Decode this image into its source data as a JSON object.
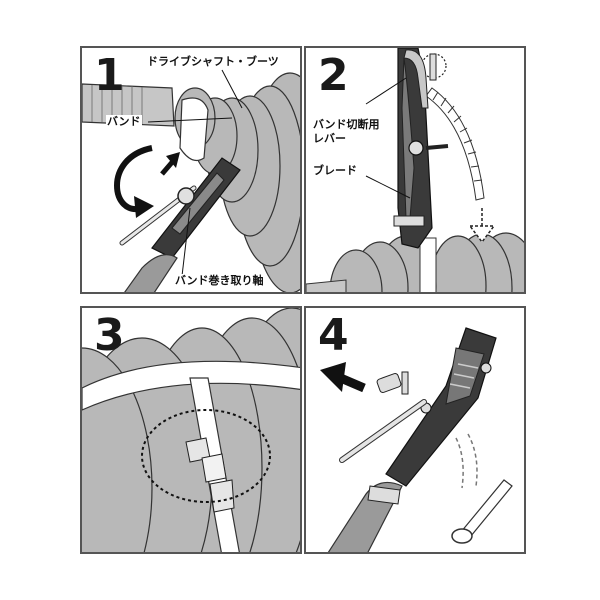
{
  "panels": [
    {
      "number": "1",
      "labels": {
        "boot": "ドライブシャフト・ブーツ",
        "band": "バンド",
        "axle": "バンド巻き取り軸"
      }
    },
    {
      "number": "2",
      "labels": {
        "lever_line1": "バンド切断用",
        "lever_line2": "レバー",
        "blade": "ブレード"
      }
    },
    {
      "number": "3"
    },
    {
      "number": "4"
    }
  ],
  "colors": {
    "border": "#555555",
    "boot_gray": "#b8b8b8",
    "tool_dark": "#3a3a3a",
    "ink": "#111111"
  }
}
